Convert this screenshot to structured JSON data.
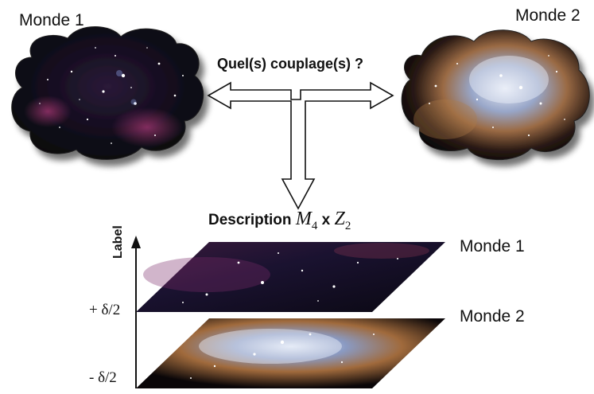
{
  "worlds": {
    "world1_label": "Monde 1",
    "world2_label": "Monde 2"
  },
  "question": "Quel(s) couplage(s) ?",
  "description": {
    "text": "Description",
    "m": "M",
    "m_sub": "4",
    "x": "x",
    "z": "Z",
    "z_sub": "2"
  },
  "axis": {
    "label": "Label",
    "tick_top": "+ δ/2",
    "tick_bottom": "- δ/2"
  },
  "layers": {
    "top_label": "Monde 1",
    "bottom_label": "Monde 2"
  },
  "colors": {
    "space_dark": "#0a0812",
    "nebula_purple": "#5a2a6e",
    "nebula_blue": "#8fa8d8",
    "nebula_orange": "#c8864a",
    "arrow_stroke": "#111111"
  }
}
